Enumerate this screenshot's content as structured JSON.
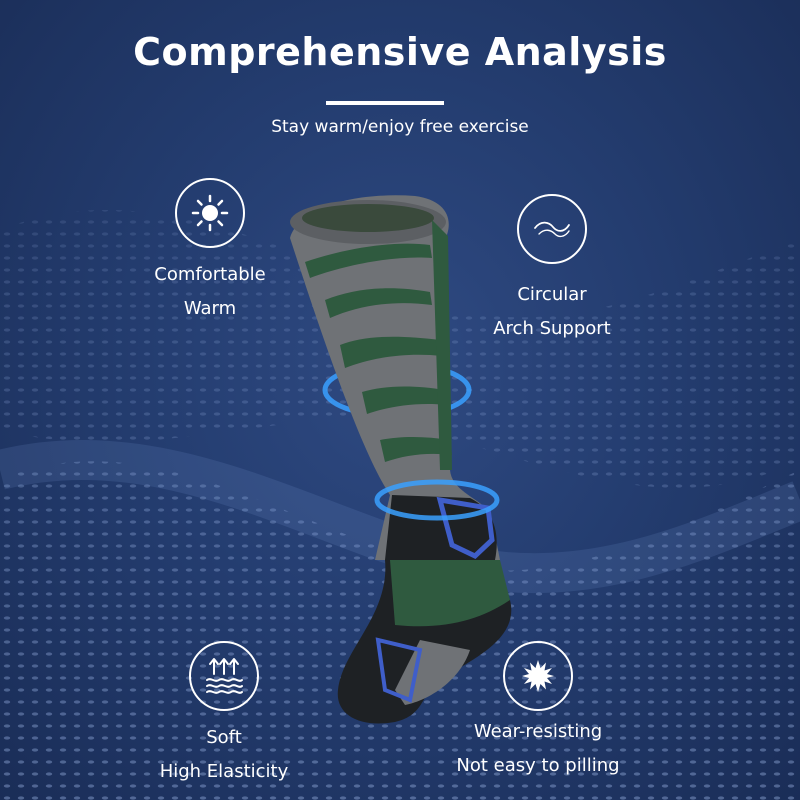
{
  "header": {
    "title": "Comprehensive Analysis",
    "subtitle": "Stay warm/enjoy free exercise"
  },
  "features": {
    "comfort": {
      "icon": "sun-icon",
      "line1": "Comfortable",
      "line2": "Warm"
    },
    "arch": {
      "icon": "wave-swirl-icon",
      "line1": "Circular",
      "line2": "Arch Support"
    },
    "soft": {
      "icon": "arrows-waves-icon",
      "line1": "Soft",
      "line2": "High Elasticity"
    },
    "wear": {
      "icon": "starburst-icon",
      "line1": "Wear-resisting",
      "line2": "Not easy to pilling"
    }
  },
  "colors": {
    "background": "#243d70",
    "sock_gray": "#6f7276",
    "sock_green": "#2f5a3f",
    "sock_black": "#1e2124",
    "accent_blue": "#3f5ec9",
    "ring_blue": "#3aa0ff"
  }
}
